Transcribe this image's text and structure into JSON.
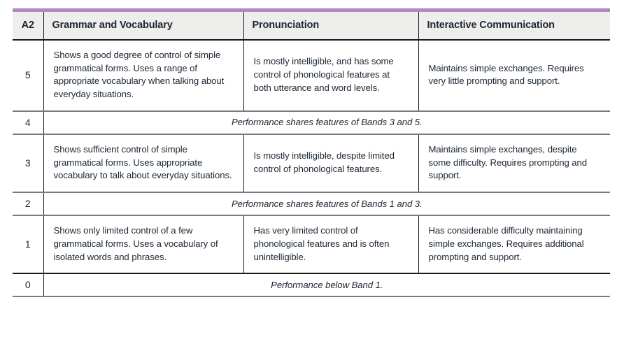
{
  "table": {
    "columns": [
      {
        "key": "band",
        "label": "A2"
      },
      {
        "key": "gram",
        "label": "Grammar and Vocabulary"
      },
      {
        "key": "pron",
        "label": "Pronunciation"
      },
      {
        "key": "inter",
        "label": "Interactive Communication"
      }
    ],
    "accent_color": "#b285c4",
    "header_bg": "#eeeeec",
    "rows": [
      {
        "type": "descriptor",
        "band": "5",
        "gram": "Shows a good degree of control of simple grammatical forms. Uses a range of appropriate vocabulary when talking about everyday situations.",
        "pron": "Is mostly intelligible, and has some control of phonological features at both utterance and word levels.",
        "inter": "Maintains simple exchanges. Requires very little prompting and support."
      },
      {
        "type": "shared",
        "band": "4",
        "text": "Performance shares features of Bands 3 and 5."
      },
      {
        "type": "descriptor",
        "band": "3",
        "gram": "Shows sufficient control of simple grammatical forms. Uses appropriate vocabulary to talk about everyday situations.",
        "pron": "Is mostly intelligible, despite limited control of phonological features.",
        "inter": "Maintains simple exchanges, despite some difficulty. Requires prompting and support."
      },
      {
        "type": "shared",
        "band": "2",
        "text": "Performance shares features of Bands 1 and 3."
      },
      {
        "type": "descriptor",
        "band": "1",
        "gram": "Shows only limited control of a few grammatical forms. Uses a vocabulary of isolated words and phrases.",
        "pron": "Has very limited control of phonological features and is often unintelligible.",
        "inter": "Has considerable difficulty maintaining simple exchanges. Requires additional prompting and support."
      },
      {
        "type": "shared",
        "band": "0",
        "text": "Performance below Band 1."
      }
    ]
  }
}
